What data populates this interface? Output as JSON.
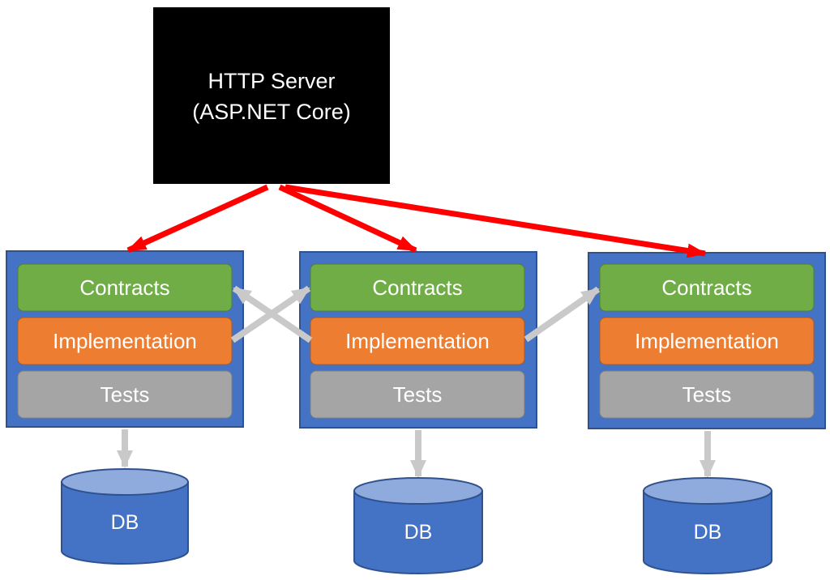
{
  "server": {
    "line1": "HTTP Server",
    "line2": "(ASP.NET Core)"
  },
  "modules": [
    {
      "contracts": "Contracts",
      "implementation": "Implementation",
      "tests": "Tests",
      "db": "DB"
    },
    {
      "contracts": "Contracts",
      "implementation": "Implementation",
      "tests": "Tests",
      "db": "DB"
    },
    {
      "contracts": "Contracts",
      "implementation": "Implementation",
      "tests": "Tests",
      "db": "DB"
    }
  ],
  "colors": {
    "server_fill": "#000000",
    "module_fill": "#4472c4",
    "contracts_fill": "#70ad47",
    "implementation_fill": "#ed7d31",
    "tests_fill": "#a5a5a5",
    "db_fill": "#4472c4",
    "request_arrow": "#ff0000",
    "dependency_arrow": "#c9c9c9"
  }
}
